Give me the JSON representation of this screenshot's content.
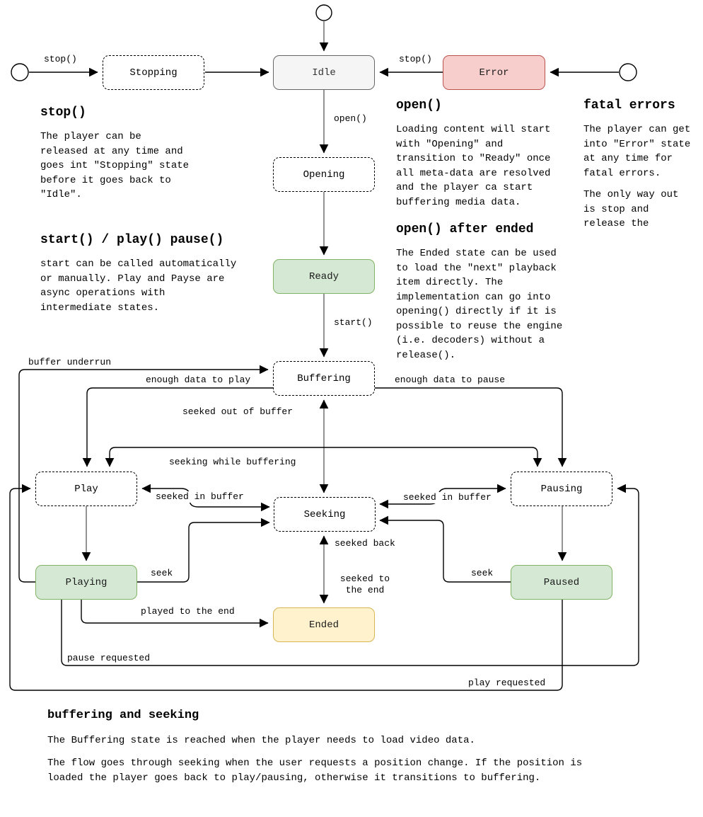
{
  "colors": {
    "state-gray-bg": "#f5f5f5",
    "state-gray-border": "#666666",
    "state-green-bg": "#d5e8d4",
    "state-green-border": "#82b366",
    "state-red-bg": "#f8cecc",
    "state-red-border": "#b85450",
    "state-yellow-bg": "#fff2cc",
    "state-yellow-border": "#d6b656"
  },
  "diagram": {
    "states": {
      "stopping": "Stopping",
      "idle": "Idle",
      "error": "Error",
      "opening": "Opening",
      "ready": "Ready",
      "buffering": "Buffering",
      "play": "Play",
      "seeking": "Seeking",
      "pausing": "Pausing",
      "playing": "Playing",
      "paused": "Paused",
      "ended": "Ended"
    },
    "edge_labels": {
      "stop_left": "stop()",
      "stop_right": "stop()",
      "open": "open()",
      "start": "start()",
      "buffer_underrun": "buffer underrun",
      "enough_data_play": "enough data to play",
      "enough_data_pause": "enough data to pause",
      "seeked_out_of_buffer": "seeked out of buffer",
      "seeking_while_buffering": "seeking while buffering",
      "seeked_in_buffer_left": "seeked in buffer",
      "seeked_in_buffer_right": "seeked in buffer",
      "seek_left": "seek",
      "seek_right": "seek",
      "seeked_back": "seeked back",
      "seeked_to_the_end": "seeked to\nthe end",
      "played_to_the_end": "played to the end",
      "pause_requested": "pause requested",
      "play_requested": "play requested"
    },
    "notes": {
      "stop": {
        "title": "stop()",
        "body": "The player can be\nreleased at any time and\ngoes int \"Stopping\" state\nbefore it goes back to\n\"Idle\"."
      },
      "start_play_pause": {
        "title": "start() / play() pause()",
        "body": "start can be called automatically\nor manually. Play and Payse are\nasync operations with\nintermediate states."
      },
      "open": {
        "title": "open()",
        "body": "Loading content will start\nwith \"Opening\" and\ntransition to \"Ready\" once\nall meta-data are resolved\nand the player ca start\nbuffering media data."
      },
      "fatal_errors": {
        "title": "fatal errors",
        "body1": "The player can get\ninto \"Error\" state\nat any time for\nfatal errors.",
        "body2": "The only way out\nis stop and\nrelease the"
      },
      "open_after_ended": {
        "title": "open() after ended",
        "body": "The Ended state can be used\nto load the \"next\" playback\nitem directly. The\nimplementation can go into\nopening() directly if it is\npossible to reuse the engine\n(i.e. decoders) without a\nrelease()."
      },
      "buffering_and_seeking": {
        "title": "buffering and seeking",
        "p1": "The Buffering state is reached when the player needs to load video data.",
        "p2": "The flow goes through seeking when the user requests a position change. If the position is\nloaded the player goes back to play/pausing, otherwise it transitions to buffering."
      }
    }
  }
}
